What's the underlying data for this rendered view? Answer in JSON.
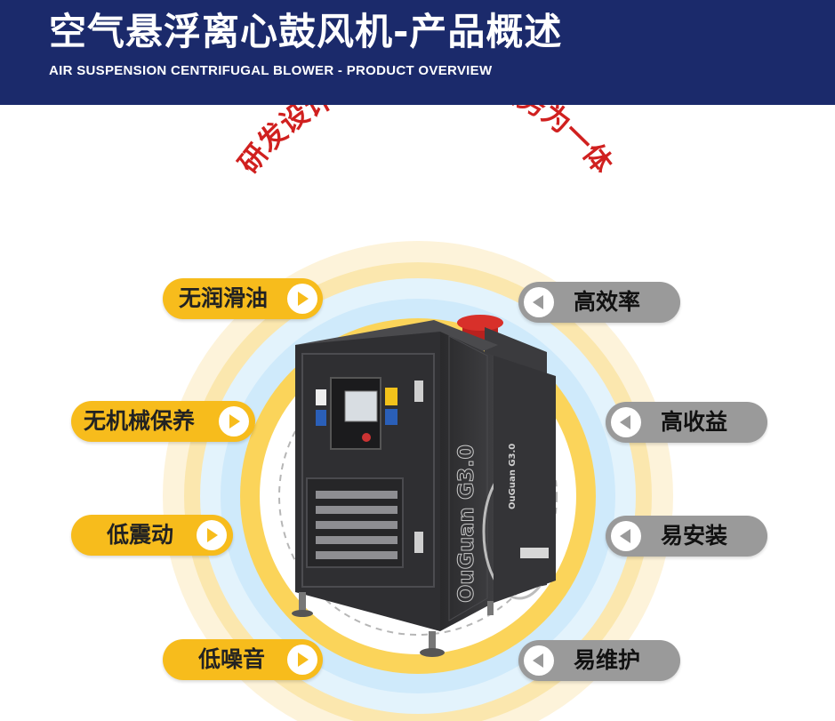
{
  "header": {
    "title_cn": "空气悬浮离心鼓风机-产品概述",
    "title_en": "AIR SUSPENSION CENTRIFUGAL BLOWER - PRODUCT OVERVIEW"
  },
  "slogan": "研发设计·生产造·销售服务为一体",
  "product": {
    "brand_text": "OuGuan G3.0",
    "badge_text": "OuGuan G3.0"
  },
  "features_left": [
    {
      "label": "无润滑油"
    },
    {
      "label": "无机械保养"
    },
    {
      "label": "低震动"
    },
    {
      "label": "低噪音"
    }
  ],
  "features_right": [
    {
      "label": "高效率"
    },
    {
      "label": "高收益"
    },
    {
      "label": "易安装"
    },
    {
      "label": "易维护"
    }
  ],
  "colors": {
    "header_bg": "#1b2a6b",
    "accent_yellow": "#f7bc1c",
    "pill_gray": "#9a9a9a",
    "slogan_red": "#d0201f",
    "ring_light_yellow": "#fbeec6",
    "ring_light_blue": "#d6eefb"
  },
  "icons": {
    "left_pills": "arrow-right-icon",
    "right_pills": "arrow-left-icon"
  }
}
